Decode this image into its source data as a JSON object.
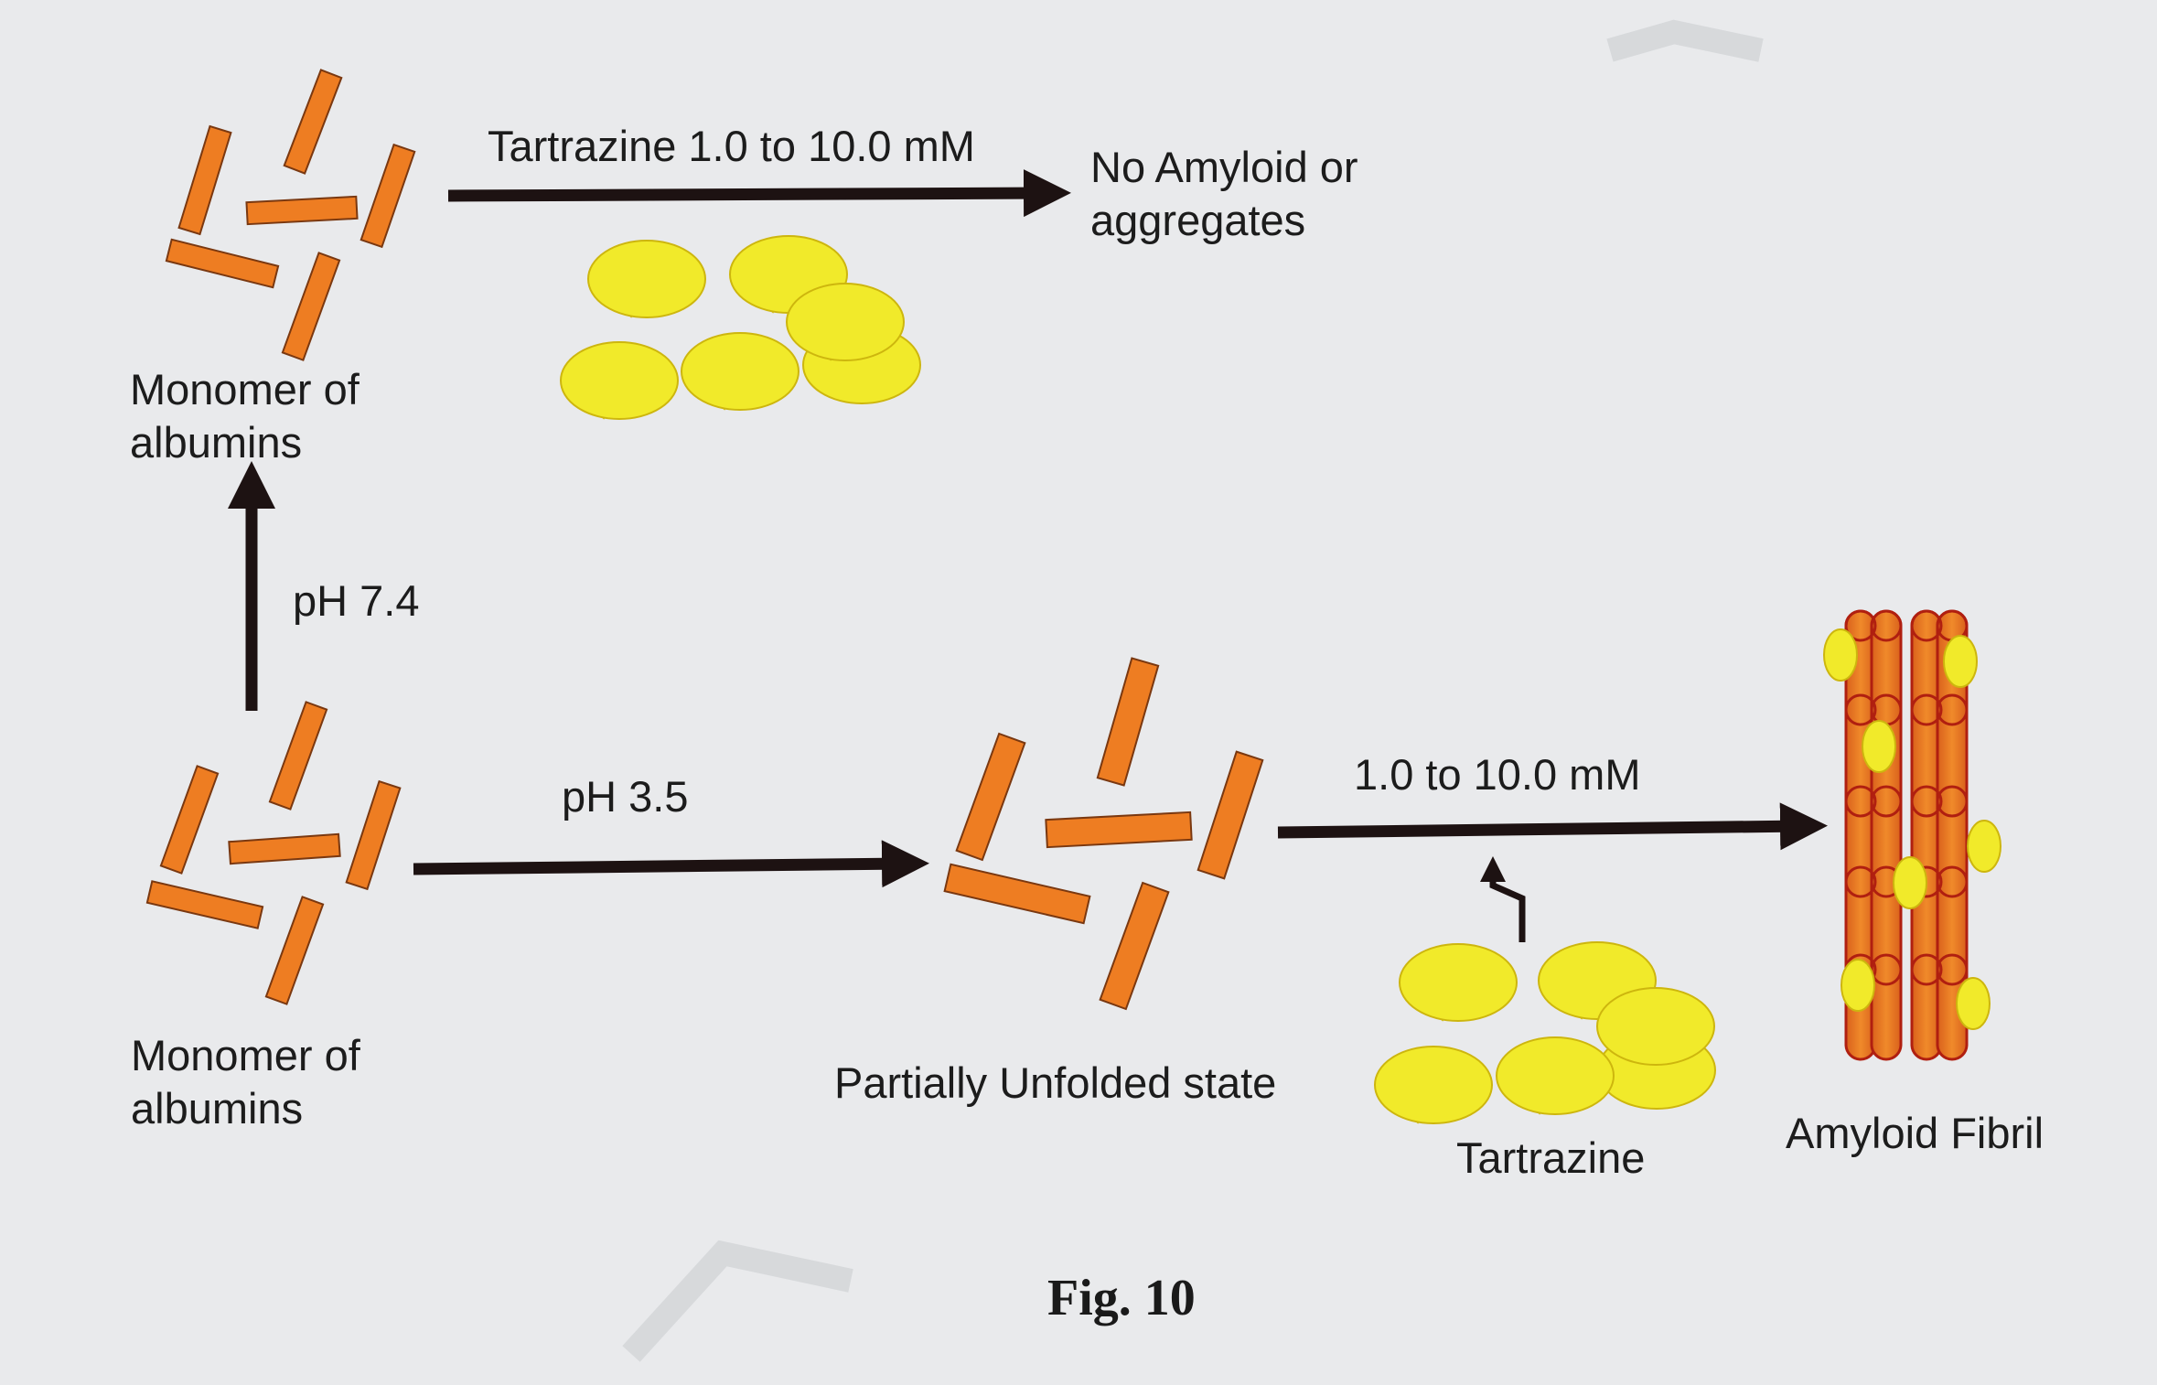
{
  "labels": {
    "top_reaction": "Tartrazine 1.0 to 10.0 mM",
    "top_result": "No Amyloid or aggregates",
    "top_monomer": "Monomer of albumins",
    "ph_up": "pH 7.4",
    "bottom_monomer": "Monomer of albumins",
    "ph_right": "pH 3.5",
    "unfolded": "Partially Unfolded state",
    "concentration": "1.0 to 10.0 mM",
    "tartrazine": "Tartrazine",
    "fibril": "Amyloid Fibril"
  },
  "caption": "Fig. 10",
  "colors": {
    "background": "#e9eaec",
    "monomer_rod": "#ee7d22",
    "rod_outline": "#7a3810",
    "tartrazine_bubble": "#f1ea2a",
    "arrow": "#1d1212",
    "fibril_outline": "#b01f10"
  }
}
